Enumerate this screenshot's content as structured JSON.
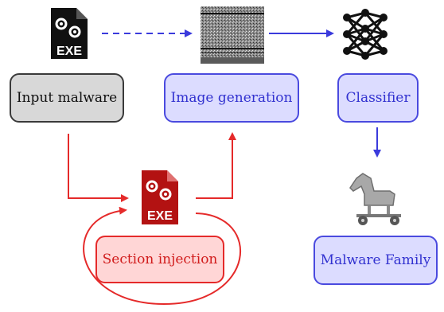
{
  "nodes": {
    "input_malware": "Input malware",
    "image_generation": "Image generation",
    "classifier": "Classifier",
    "section_injection": "Section injection",
    "malware_family": "Malware Family"
  },
  "icons": {
    "exe_file_top": {
      "name": "exe-file-icon",
      "label": "EXE",
      "color": "#111111"
    },
    "exe_file_red": {
      "name": "exe-file-icon",
      "label": "EXE",
      "color": "#b31212"
    },
    "malware_image": "malware-grayscale-image-icon",
    "neural_net": "neural-network-icon",
    "trojan_horse": "trojan-horse-icon"
  },
  "colors": {
    "gray": "#d8d8d8",
    "blue": "#4a4adf",
    "red": "#e52a2a"
  }
}
